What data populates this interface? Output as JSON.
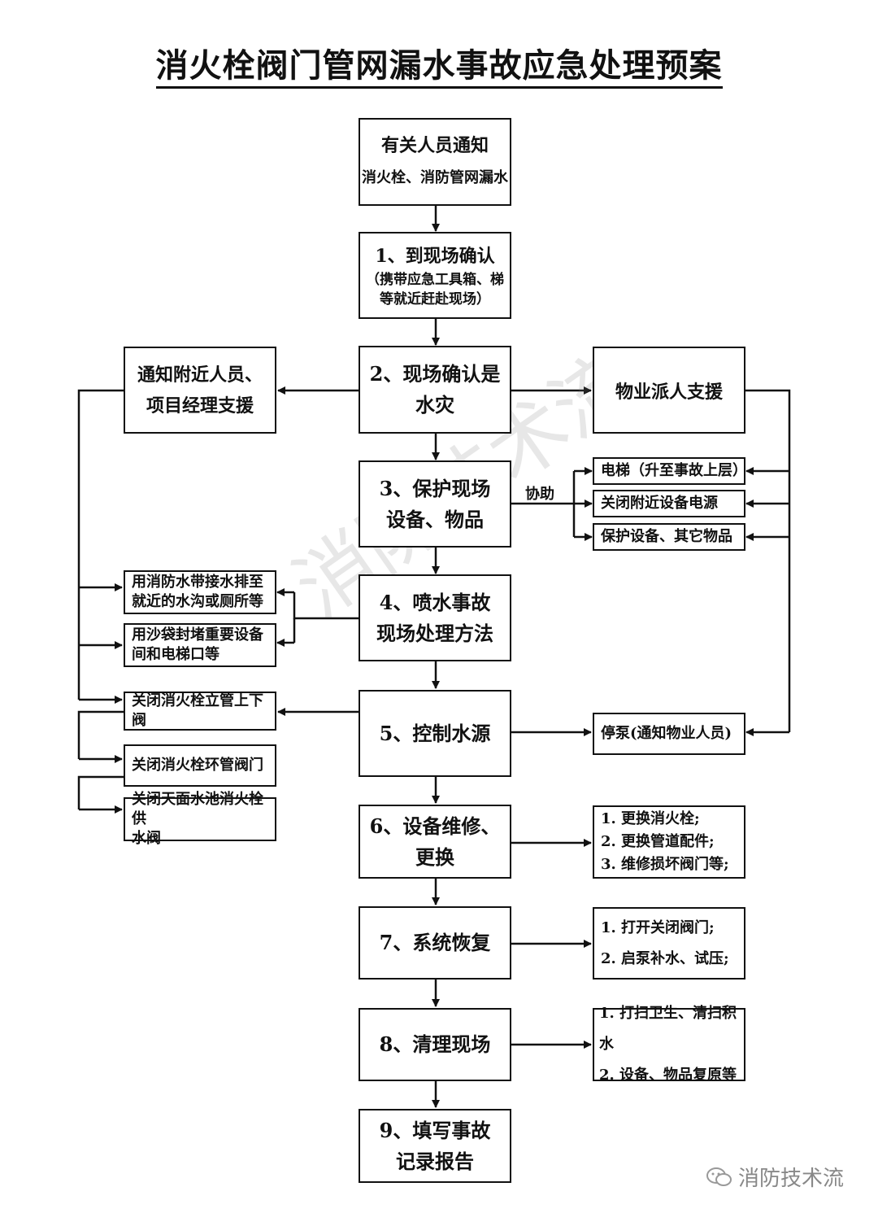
{
  "title": "消火栓阀门管网漏水事故应急处理预案",
  "start": {
    "line1": "有关人员通知",
    "line2": "消火栓、消防管网漏水"
  },
  "step1": {
    "line1": "1、到现场确认",
    "line2": "（携带应急工具箱、梯",
    "line3": "等就近赶赴现场）"
  },
  "step2": {
    "line1": "2、现场确认是",
    "line2": "水灾"
  },
  "notify_left": {
    "line1": "通知附近人员、",
    "line2": "项目经理支援"
  },
  "support_right": {
    "text": "物业派人支援"
  },
  "step3": {
    "line1": "3、保护现场",
    "line2": "设备、物品"
  },
  "assist_label": "协助",
  "assist_items": [
    "电梯（升至事故上层）",
    "关闭附近设备电源",
    "保护设备、其它物品"
  ],
  "step4": {
    "line1": "4、喷水事故",
    "line2": "现场处理方法"
  },
  "step4_methods": [
    {
      "line1": "用消防水带接水排至",
      "line2": "就近的水沟或厕所等"
    },
    {
      "line1": "用沙袋封堵重要设备",
      "line2": "间和电梯口等"
    }
  ],
  "step5": {
    "text": "5、控制水源"
  },
  "valves": [
    {
      "line1": "关闭消火栓立管上下阀",
      "line2": ""
    },
    {
      "line1": "关闭消火栓环管阀门",
      "line2": ""
    },
    {
      "line1": "关闭天面水池消火栓供",
      "line2": "水阀"
    }
  ],
  "pump_stop": {
    "text": "停泵(通知物业人员)"
  },
  "step6": {
    "line1": "6、设备维修、",
    "line2": "更换"
  },
  "step6_items": [
    "1. 更换消火栓;",
    "2. 更换管道配件;",
    "3. 维修损坏阀门等;"
  ],
  "step7": {
    "text": "7、系统恢复"
  },
  "step7_items": [
    "1. 打开关闭阀门;",
    "2. 启泵补水、试压;"
  ],
  "step8": {
    "text": "8、清理现场"
  },
  "step8_items": [
    "1. 打扫卫生、清扫积水",
    "2. 设备、物品复原等"
  ],
  "step9": {
    "line1": "9、填写事故",
    "line2": "记录报告"
  },
  "watermark": "消防技术流",
  "footer": "消防技术流"
}
